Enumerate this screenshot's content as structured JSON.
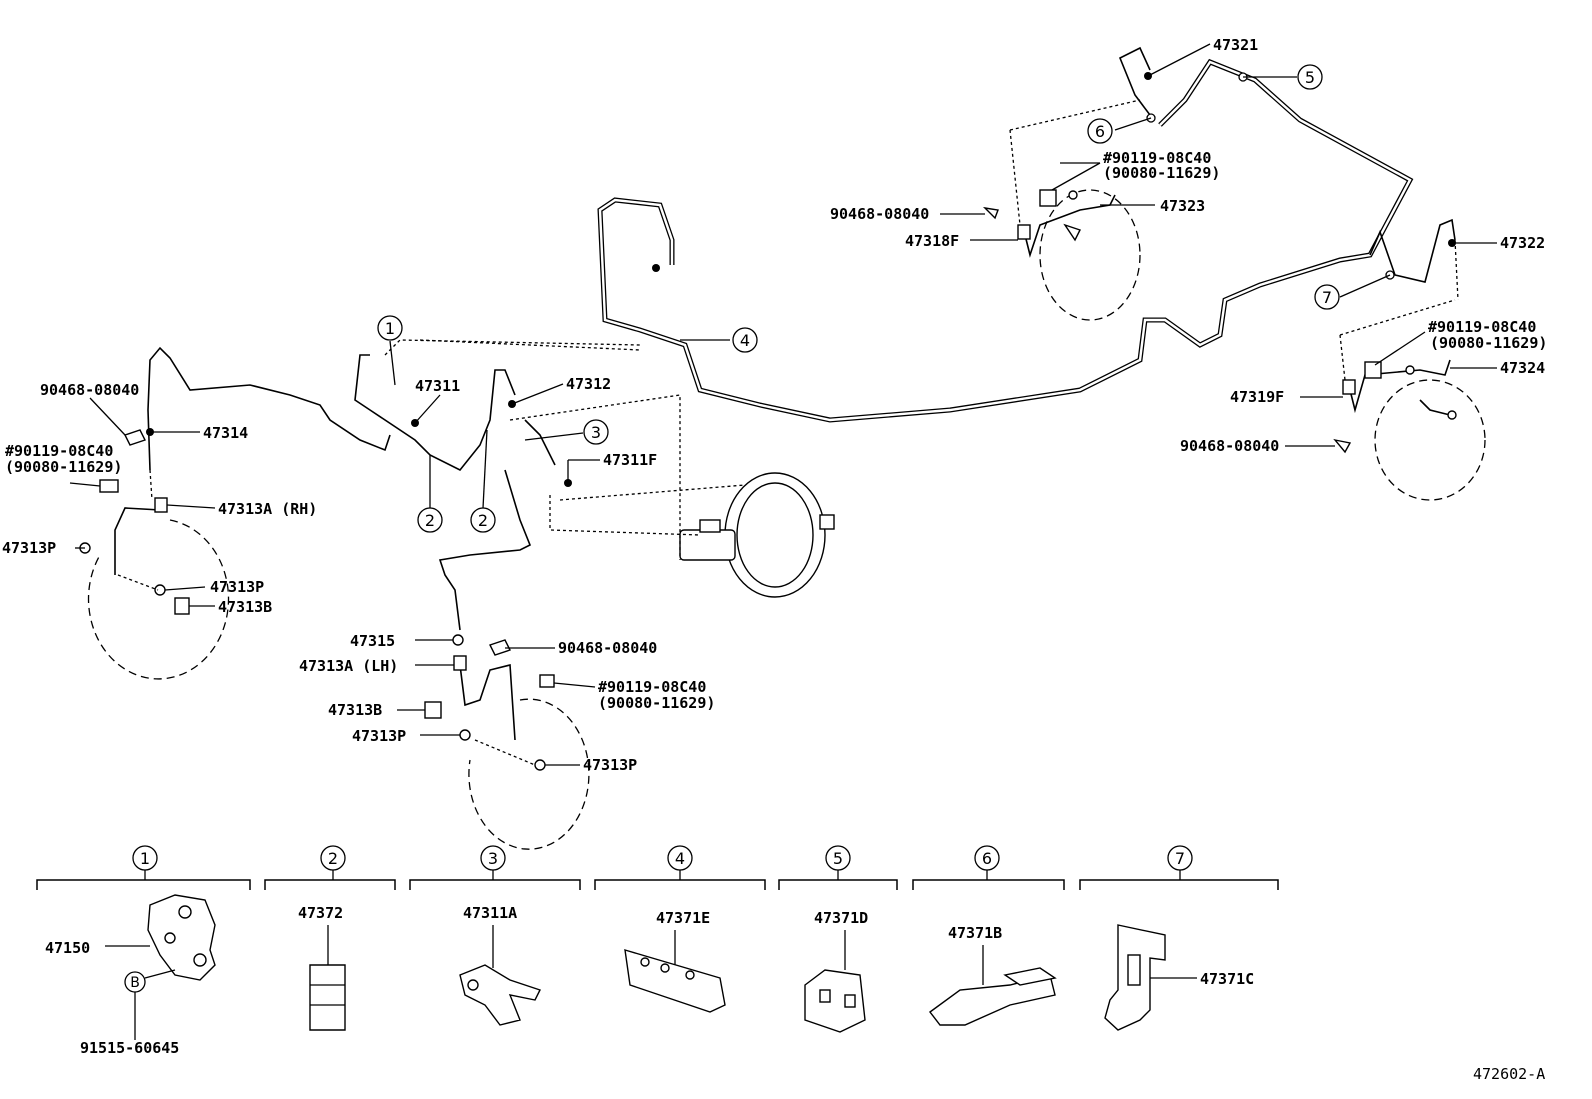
{
  "figure_code": "472602-A",
  "labels": {
    "p47321": "47321",
    "p47322": "47322",
    "p47323": "47323",
    "p47324": "47324",
    "p47318F": "47318F",
    "p47319F": "47319F",
    "p90468_rr1": "90468-08040",
    "p90468_rr2": "90468-08040",
    "p90119_rr1a": "#90119-08C40",
    "p90119_rr1b": "(90080-11629)",
    "p90119_rr2a": "#90119-08C40",
    "p90119_rr2b": "(90080-11629)",
    "p90468_fr": "90468-08040",
    "p47314": "47314",
    "p90119_fra": "#90119-08C40",
    "p90119_frb": "(90080-11629)",
    "p47313A_RH": "47313A (RH)",
    "p47313P_1": "47313P",
    "p47313P_2": "47313P",
    "p47313B_1": "47313B",
    "p47311": "47311",
    "p47312": "47312",
    "p47311F": "47311F",
    "p47315": "47315",
    "p90468_fl": "90468-08040",
    "p47313A_LH": "47313A (LH)",
    "p90119_fla": "#90119-08C40",
    "p90119_flb": "(90080-11629)",
    "p47313B_2": "47313B",
    "p47313P_3": "47313P",
    "p47313P_4": "47313P"
  },
  "callouts": [
    "1",
    "2",
    "2",
    "3",
    "4",
    "5",
    "6",
    "7"
  ],
  "details": [
    {
      "num": "1",
      "part": "47150",
      "sub_letter": "B",
      "sub_part": "91515-60645"
    },
    {
      "num": "2",
      "part": "47372"
    },
    {
      "num": "3",
      "part": "47311A"
    },
    {
      "num": "4",
      "part": "47371E"
    },
    {
      "num": "5",
      "part": "47371D"
    },
    {
      "num": "6",
      "part": "47371B"
    },
    {
      "num": "7",
      "part": "47371C"
    }
  ]
}
